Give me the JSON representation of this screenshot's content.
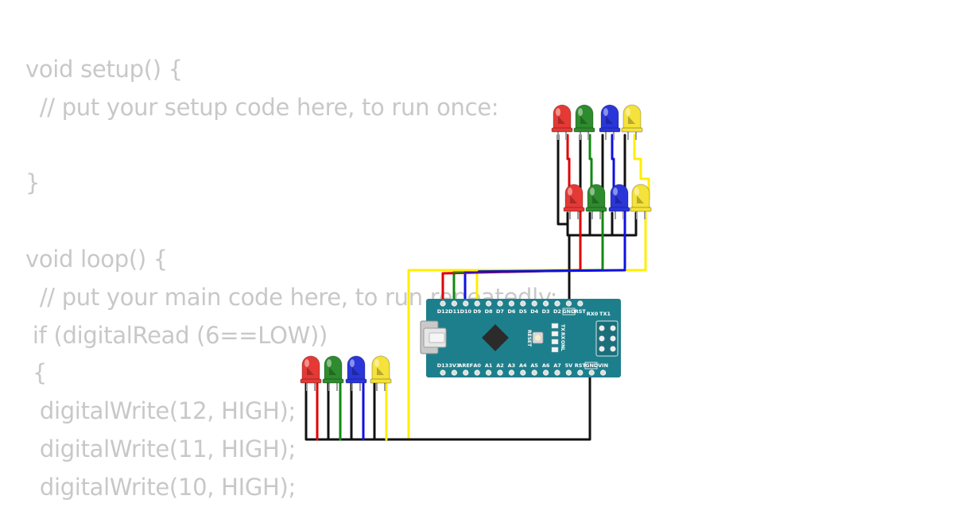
{
  "code": {
    "lines": [
      "void setup() {",
      "  // put your setup code here, to run once:",
      "",
      "}",
      "",
      "void loop() {",
      "  // put your main code here, to run repeatedly:",
      " if (digitalRead (6==LOW))",
      " {",
      "  digitalWrite(12, HIGH);",
      "  digitalWrite(11, HIGH);",
      "  digitalWrite(10, HIGH);"
    ]
  },
  "board": {
    "top_pins": [
      "D12",
      "D11",
      "D10",
      "D9",
      "D8",
      "D7",
      "D6",
      "D5",
      "D4",
      "D3",
      "D2",
      "GND",
      "RST",
      "RX0",
      "TX1"
    ],
    "bottom_pins": [
      "D13",
      "3V3",
      "AREF",
      "A0",
      "A1",
      "A2",
      "A3",
      "A4",
      "A5",
      "A6",
      "A7",
      "5V",
      "RST",
      "GND",
      "VIN"
    ],
    "reset_label": "RESET",
    "leds_label": [
      "TX",
      "RX",
      "ON",
      "L"
    ]
  },
  "led_colors": {
    "red": "#e53935",
    "green": "#2e8b2e",
    "blue": "#2a36d8",
    "yellow": "#f5e23a"
  },
  "wire_colors": {
    "black": "#111111",
    "red": "#e00000",
    "green": "#108a10",
    "blue": "#1010e0",
    "yellow": "#ffee00"
  },
  "board_color": "#1e7f8c"
}
